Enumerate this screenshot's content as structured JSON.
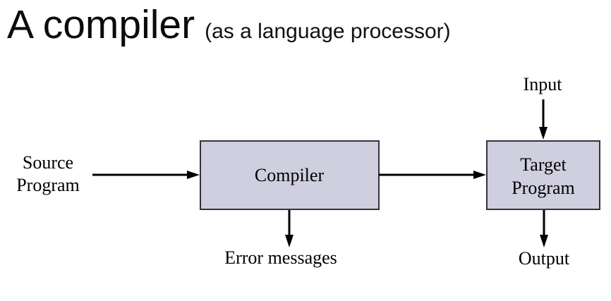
{
  "title": {
    "main": "A compiler",
    "subtitle": "(as a language processor)"
  },
  "diagram": {
    "source_label": {
      "line1": "Source",
      "line2": "Program"
    },
    "compiler_box": {
      "label": "Compiler"
    },
    "target_box": {
      "line1": "Target",
      "line2": "Program"
    },
    "input_label": "Input",
    "error_label": "Error messages",
    "output_label": "Output",
    "colors": {
      "box_fill": "#cfcfe0",
      "box_border": "#33333d",
      "arrow": "#000000",
      "text": "#000000"
    }
  }
}
